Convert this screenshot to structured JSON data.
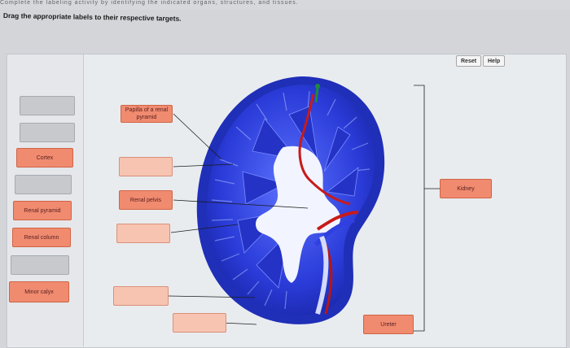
{
  "instructions": {
    "cutoff": "Complete the labeling activity by identifying the indicated organs, structures, and tissues.",
    "line": "Drag the appropriate labels to their respective targets."
  },
  "toolbar": {
    "reset_label": "Reset",
    "help_label": "Help"
  },
  "label_bank": [
    {
      "text": "",
      "state": "empty"
    },
    {
      "text": "",
      "state": "empty"
    },
    {
      "text": "Cortex",
      "state": "filled"
    },
    {
      "text": "",
      "state": "empty"
    },
    {
      "text": "Renal pyramid",
      "state": "filled"
    },
    {
      "text": "Renal column",
      "state": "filled"
    },
    {
      "text": "",
      "state": "empty"
    },
    {
      "text": "Minor calyx",
      "state": "filled"
    }
  ],
  "targets": {
    "papilla": "Papilla of a renal pyramid",
    "renal_pelvis": "Renal pelvis",
    "kidney": "Kidney",
    "ureter": "Ureter"
  },
  "colors": {
    "chip_fill": "#f08b70",
    "chip_empty": "#f7c4b1",
    "grey_slot": "#c7c9cc",
    "kidney_blue": "#2a3bd8",
    "artery_red": "#c81a1a"
  }
}
